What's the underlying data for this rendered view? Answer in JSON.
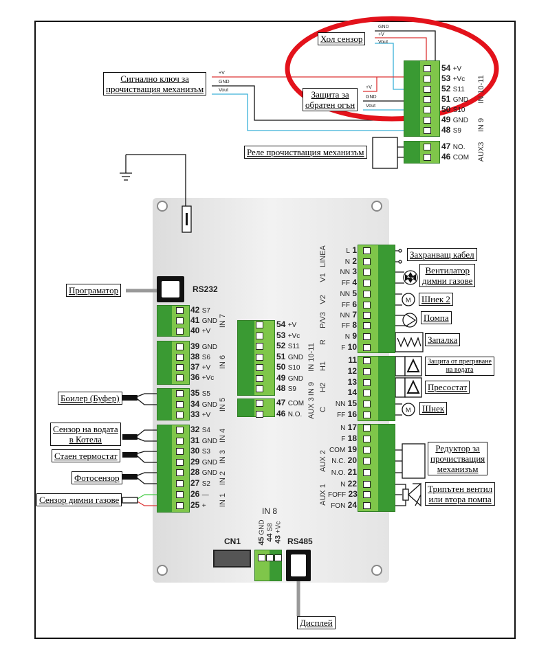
{
  "top_block": {
    "pins": [
      {
        "num": "54",
        "sig": "+V"
      },
      {
        "num": "53",
        "sig": "+Vc"
      },
      {
        "num": "52",
        "sig": "S11"
      },
      {
        "num": "51",
        "sig": "GND"
      },
      {
        "num": "50",
        "sig": "S10"
      },
      {
        "num": "49",
        "sig": "GND"
      },
      {
        "num": "48",
        "sig": "S9"
      }
    ],
    "groups": [
      "IN 10-11",
      "IN 9"
    ]
  },
  "top_aux": {
    "pins": [
      {
        "num": "47",
        "sig": "NO."
      },
      {
        "num": "46",
        "sig": "COM"
      }
    ],
    "group": "AUX3"
  },
  "mid_block": {
    "pins": [
      {
        "num": "54",
        "sig": "+V"
      },
      {
        "num": "53",
        "sig": "+Vc"
      },
      {
        "num": "52",
        "sig": "S11"
      },
      {
        "num": "51",
        "sig": "GND"
      },
      {
        "num": "50",
        "sig": "S10"
      },
      {
        "num": "49",
        "sig": "GND"
      },
      {
        "num": "48",
        "sig": "S9"
      },
      {
        "num": "47",
        "sig": "COM"
      },
      {
        "num": "46",
        "sig": "N.O."
      }
    ],
    "groups": [
      "IN 10-11",
      "IN 9",
      "AUX 3"
    ]
  },
  "left_block": {
    "pins": [
      {
        "num": "42",
        "sig": "S7"
      },
      {
        "num": "41",
        "sig": "GND"
      },
      {
        "num": "40",
        "sig": "+V"
      },
      {
        "num": "39",
        "sig": "GND"
      },
      {
        "num": "38",
        "sig": "S6"
      },
      {
        "num": "37",
        "sig": "+V"
      },
      {
        "num": "36",
        "sig": "+Vc"
      },
      {
        "num": "35",
        "sig": "S5"
      },
      {
        "num": "34",
        "sig": "GND"
      },
      {
        "num": "33",
        "sig": "+V"
      },
      {
        "num": "32",
        "sig": "S4"
      },
      {
        "num": "31",
        "sig": "GND"
      },
      {
        "num": "30",
        "sig": "S3"
      },
      {
        "num": "29",
        "sig": "GND"
      },
      {
        "num": "28",
        "sig": "GND"
      },
      {
        "num": "27",
        "sig": "S2"
      },
      {
        "num": "26",
        "sig": "—"
      },
      {
        "num": "25",
        "sig": "+"
      }
    ],
    "groups": [
      "IN 7",
      "IN 6",
      "IN 5",
      "IN 4",
      "IN 3",
      "IN 2",
      "IN 1"
    ]
  },
  "right_block": {
    "pins": [
      {
        "num": "1",
        "sig": "L"
      },
      {
        "num": "2",
        "sig": "N"
      },
      {
        "num": "3",
        "sig": "NN"
      },
      {
        "num": "4",
        "sig": "FF"
      },
      {
        "num": "5",
        "sig": "NN"
      },
      {
        "num": "6",
        "sig": "FF"
      },
      {
        "num": "7",
        "sig": "NN"
      },
      {
        "num": "8",
        "sig": "FF"
      },
      {
        "num": "9",
        "sig": "N"
      },
      {
        "num": "10",
        "sig": "F"
      },
      {
        "num": "11",
        "sig": ""
      },
      {
        "num": "12",
        "sig": ""
      },
      {
        "num": "13",
        "sig": ""
      },
      {
        "num": "14",
        "sig": ""
      },
      {
        "num": "15",
        "sig": "NN"
      },
      {
        "num": "16",
        "sig": "FF"
      },
      {
        "num": "17",
        "sig": "N"
      },
      {
        "num": "18",
        "sig": "F"
      },
      {
        "num": "19",
        "sig": "COM"
      },
      {
        "num": "20",
        "sig": "N.C."
      },
      {
        "num": "21",
        "sig": "N.O."
      },
      {
        "num": "22",
        "sig": "N"
      },
      {
        "num": "23",
        "sig": "FOFF"
      },
      {
        "num": "24",
        "sig": "FON"
      }
    ],
    "groups": [
      "LINEA",
      "V1",
      "V2",
      "P/V3",
      "R",
      "H1",
      "H2",
      "C",
      "AUX 2",
      "AUX 1"
    ]
  },
  "in8": {
    "group": "IN 8",
    "pins": [
      {
        "num": "45",
        "sig": "GND"
      },
      {
        "num": "44",
        "sig": "S8"
      },
      {
        "num": "43",
        "sig": "+Vc"
      }
    ]
  },
  "ports": {
    "rs232": "RS232",
    "rs485": "RS485",
    "cn1": "CN1"
  },
  "wire_labels": {
    "v": "+V",
    "gnd": "GND",
    "vout": "Vout"
  },
  "devices": {
    "hall_sensor": "Хол сензор",
    "cleaning_signal_1": "Сигнално ключ за",
    "cleaning_signal_2": "прочистващия  механизъм",
    "backfire_1": "Защита за",
    "backfire_2": "обратен огън",
    "cleaning_relay": "Реле прочистващия механизъм",
    "programmer": "Програматор",
    "boiler_buffer": "Боилер (Буфер)",
    "water_sensor_1": "Сензор на водата",
    "water_sensor_2": "в Котела",
    "room_thermostat": "Стаен термостат",
    "photosensor": "Фотосензор",
    "flue_sensor": "Сензор димни газове",
    "power_cable": "Захранващ кабел",
    "flue_fan_1": "Вентилатор",
    "flue_fan_2": "димни газове",
    "auger2": "Шнек 2",
    "pump": "Помпа",
    "igniter": "Запалка",
    "overheat_1": "Защита от прегряване",
    "overheat_2": "на водата",
    "pressostat": "Пресостат",
    "auger": "Шнек",
    "reducer_1": "Редуктор за",
    "reducer_2": "прочистващия",
    "reducer_3": "механизъм",
    "valve_1": "Трипътен вентил",
    "valve_2": "или втора помпа",
    "display": "Дисплей"
  },
  "colors": {
    "terminal_green": "#7fc64a",
    "terminal_dark": "#3a9a33",
    "wire_red": "#d33",
    "wire_blue": "#3ab0d8",
    "highlight": "#e3121b"
  }
}
